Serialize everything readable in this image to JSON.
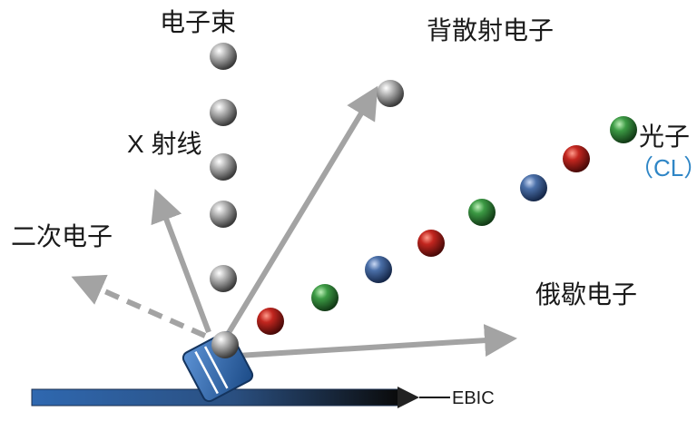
{
  "labels": {
    "electron_beam": "电子束",
    "backscattered": "背散射电子",
    "xray": "X 射线",
    "photon": "光子",
    "cl": "（CL）",
    "secondary": "二次电子",
    "auger": "俄歇电子",
    "ebic": "EBIC"
  },
  "colors": {
    "arrow": "#a3a3a3",
    "sphere_gray": "#6e6e6e",
    "sphere_red": "#b21e1e",
    "sphere_green": "#2e8a3a",
    "sphere_blue": "#3a5f94",
    "sample": "#2f68b0",
    "substrate": "#2f66ac",
    "cl_text": "#2f86c6"
  },
  "icons": {
    "sample_block": "sample-block-icon"
  }
}
